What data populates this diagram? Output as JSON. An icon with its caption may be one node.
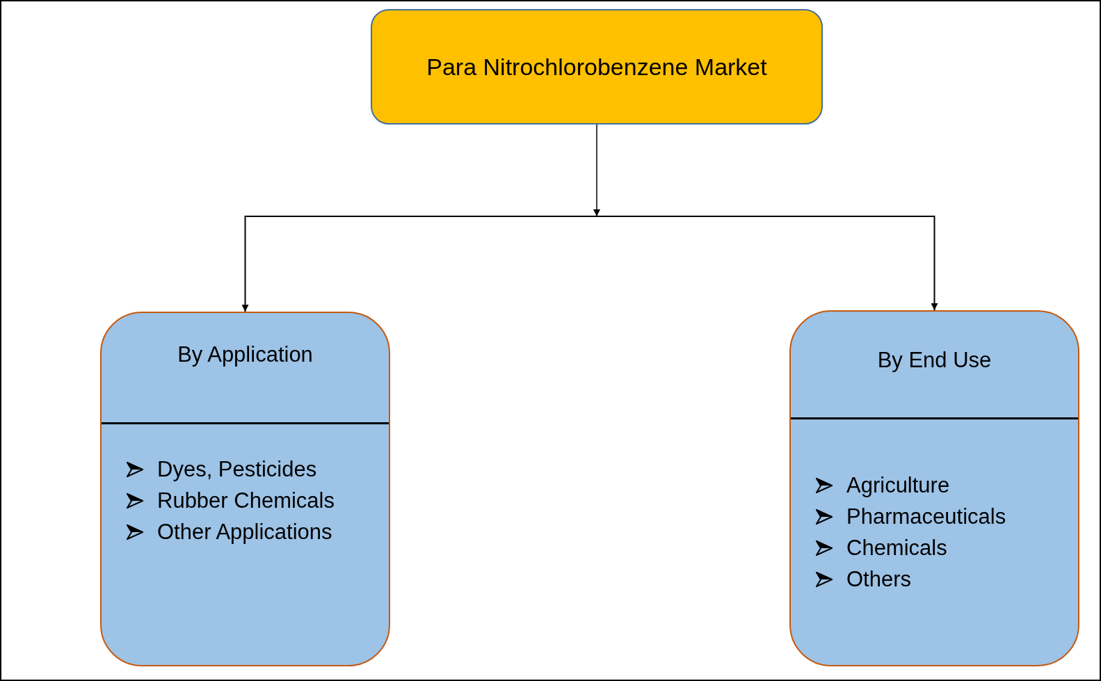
{
  "diagram": {
    "nodes": [
      {
        "text": [
          "Para Nitrochlorobenzene Market"
        ]
      },
      {
        "text": [
          "By Application",
          "Dyes, Pesticides",
          "Rubber Chemicals",
          "Other Applications"
        ]
      },
      {
        "text": [
          "By End Use",
          "Agriculture",
          "Pharmaceuticals",
          "Chemicals",
          "Others"
        ]
      }
    ],
    "edges": [
      {
        "from": 0,
        "to": 1,
        "arrow": "to"
      },
      {
        "from": 0,
        "to": 2,
        "arrow": "to"
      }
    ]
  }
}
